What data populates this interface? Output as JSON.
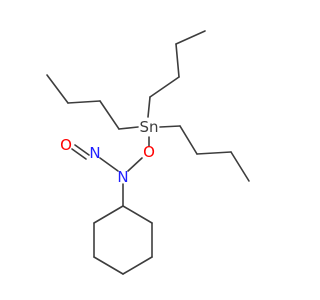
{
  "colors": {
    "carbon_bond": "#3d3d3d",
    "tin": "#3d3d3d",
    "oxygen": "#ff0000",
    "nitrogen": "#1f1fff"
  },
  "atoms": {
    "sn": "Sn",
    "o_ether": "O",
    "n_amine": "N",
    "n_nitroso": "N",
    "o_nitroso": "O"
  }
}
